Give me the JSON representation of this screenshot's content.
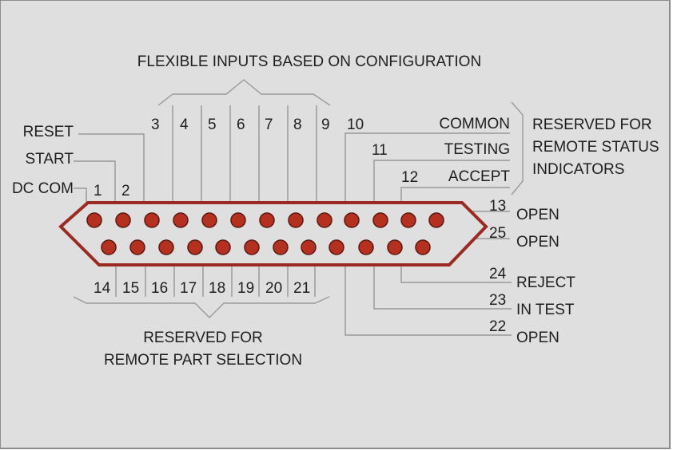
{
  "header": "FLEXIBLE INPUTS BASED ON CONFIGURATION",
  "reserved_status": [
    "RESERVED FOR",
    "REMOTE STATUS",
    "INDICATORS"
  ],
  "reserved_part": [
    "RESERVED FOR",
    "REMOTE PART SELECTION"
  ],
  "signals": {
    "common": "COMMON",
    "testing": "TESTING",
    "accept": "ACCEPT",
    "reset": "RESET",
    "start": "START",
    "dc_com": "DC COM",
    "open": "OPEN",
    "reject": "REJECT",
    "in_test": "IN TEST"
  },
  "pins": {
    "p1": "1",
    "p2": "2",
    "p3": "3",
    "p4": "4",
    "p5": "5",
    "p6": "6",
    "p7": "7",
    "p8": "8",
    "p9": "9",
    "p10": "10",
    "p11": "11",
    "p12": "12",
    "p13": "13",
    "p14": "14",
    "p15": "15",
    "p16": "16",
    "p17": "17",
    "p18": "18",
    "p19": "19",
    "p20": "20",
    "p21": "21",
    "p22": "22",
    "p23": "23",
    "p24": "24",
    "p25": "25"
  },
  "colors": {
    "panel_bg": "#dfdfdf",
    "connector_shell": "#9c2a22",
    "pin_fill": "#b5301f",
    "line": "#8a8a8a"
  }
}
